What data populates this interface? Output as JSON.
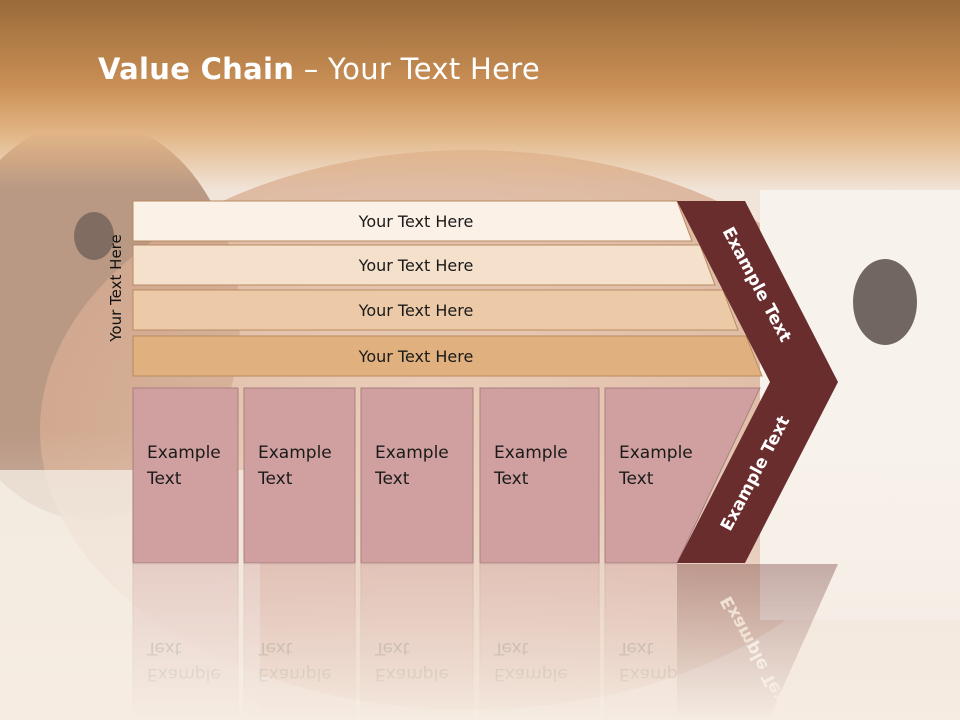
{
  "slide": {
    "title_bold": "Value Chain",
    "title_rest": " – Your Text Here",
    "side_label": "Your Text Here"
  },
  "support_rows": [
    {
      "label": "Your Text Here",
      "fill": "#fbf1e6"
    },
    {
      "label": "Your Text Here",
      "fill": "#f4e0cb"
    },
    {
      "label": "Your Text Here",
      "fill": "#eccaa8"
    },
    {
      "label": "Your Text Here",
      "fill": "#e0b07f"
    }
  ],
  "primary_boxes": [
    {
      "line1": "Example",
      "line2": "Text"
    },
    {
      "line1": "Example",
      "line2": "Text"
    },
    {
      "line1": "Example",
      "line2": "Text"
    },
    {
      "line1": "Example",
      "line2": "Text"
    },
    {
      "line1": "Example",
      "line2": "Text"
    }
  ],
  "arrow": {
    "upper_label": "Example Text",
    "lower_label": "Example Text"
  },
  "colors": {
    "box_fill": "#d0a0a0",
    "box_stroke": "#a98080",
    "arrow_fill": "#6a2d2e",
    "row_stroke": "#b98a60",
    "header": "#c98f55"
  }
}
